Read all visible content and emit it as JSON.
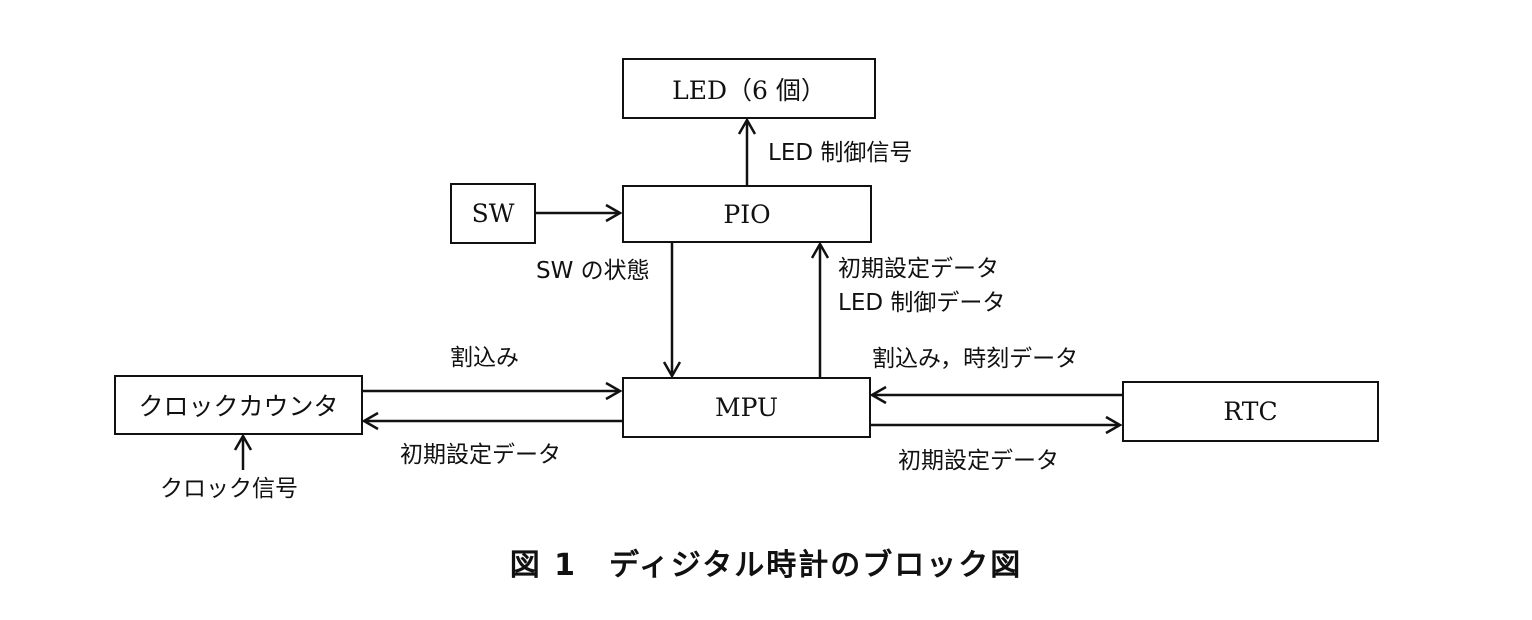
{
  "blocks": {
    "led": "LED（6 個）",
    "pio": "PIO",
    "sw": "SW",
    "mpu": "MPU",
    "clock_counter": "クロックカウンタ",
    "rtc": "RTC"
  },
  "signals": {
    "led_control_signal": "LED 制御信号",
    "sw_state": "SW の状態",
    "pio_input_line1": "初期設定データ",
    "pio_input_line2": "LED 制御データ",
    "interrupt_from_counter": "割込み",
    "init_data_to_counter": "初期設定データ",
    "clock_signal": "クロック信号",
    "interrupt_time_from_rtc": "割込み，時刻データ",
    "init_data_to_rtc": "初期設定データ"
  },
  "caption": "図 1　ディジタル時計のブロック図"
}
